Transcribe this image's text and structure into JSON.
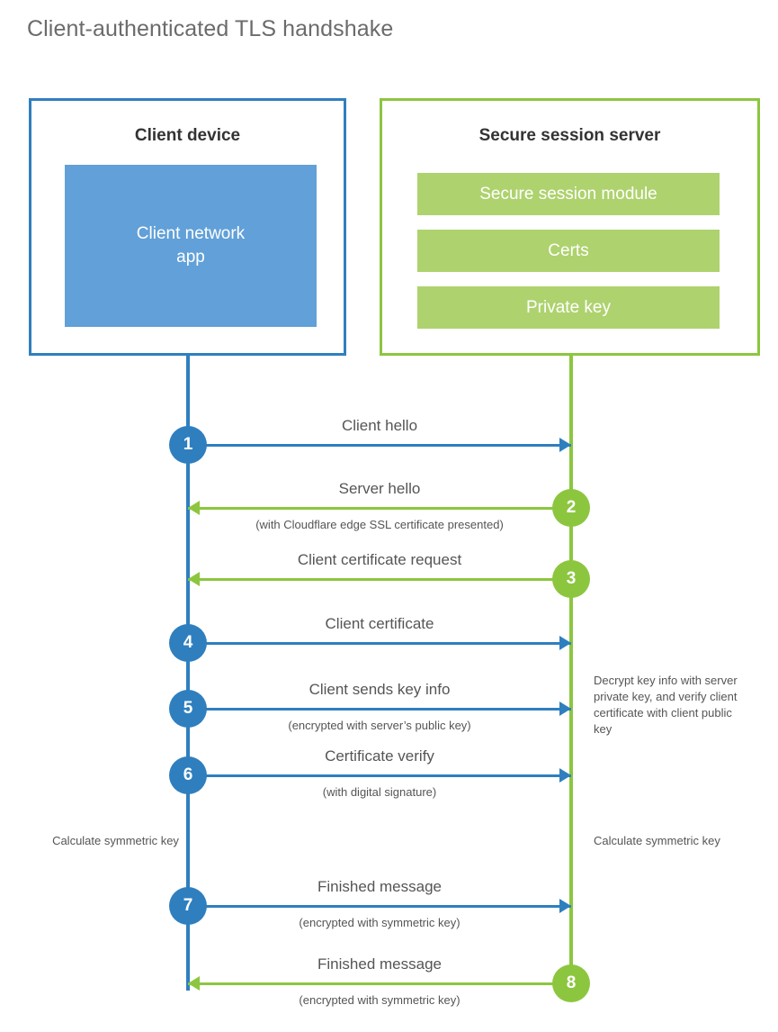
{
  "title": "Client-authenticated TLS handshake",
  "colors": {
    "blue_stroke": "#2f7fbf",
    "blue_fill": "#61a0d8",
    "green_stroke": "#8cc63f",
    "green_fill": "#aed26e",
    "text": "#555555",
    "title_text": "#6b6b6b",
    "background": "#ffffff"
  },
  "actors": {
    "client": {
      "title": "Client device",
      "block_label_line1": "Client network",
      "block_label_line2": "app"
    },
    "server": {
      "title": "Secure session server",
      "blocks": [
        {
          "label": "Secure session module"
        },
        {
          "label": "Certs"
        },
        {
          "label": "Private key"
        }
      ]
    }
  },
  "steps": [
    {
      "number": "1",
      "direction": "to-server",
      "label": "Client hello",
      "sublabel": ""
    },
    {
      "number": "2",
      "direction": "to-client",
      "label": "Server hello",
      "sublabel": "(with Cloudflare edge SSL certificate presented)"
    },
    {
      "number": "3",
      "direction": "to-client",
      "label": "Client certificate request",
      "sublabel": ""
    },
    {
      "number": "4",
      "direction": "to-server",
      "label": "Client certificate",
      "sublabel": ""
    },
    {
      "number": "5",
      "direction": "to-server",
      "label": "Client sends key info",
      "sublabel": "(encrypted with server’s public key)"
    },
    {
      "number": "6",
      "direction": "to-server",
      "label": "Certificate verify",
      "sublabel": "(with digital signature)"
    },
    {
      "number": "7",
      "direction": "to-server",
      "label": "Finished message",
      "sublabel": "(encrypted with symmetric key)"
    },
    {
      "number": "8",
      "direction": "to-client",
      "label": "Finished message",
      "sublabel": "(encrypted with symmetric key)"
    }
  ],
  "annotations": {
    "decrypt_note": "Decrypt key info with server private key, and verify client certificate with client public key",
    "client_calculate": "Calculate symmetric key",
    "server_calculate": "Calculate symmetric key"
  }
}
